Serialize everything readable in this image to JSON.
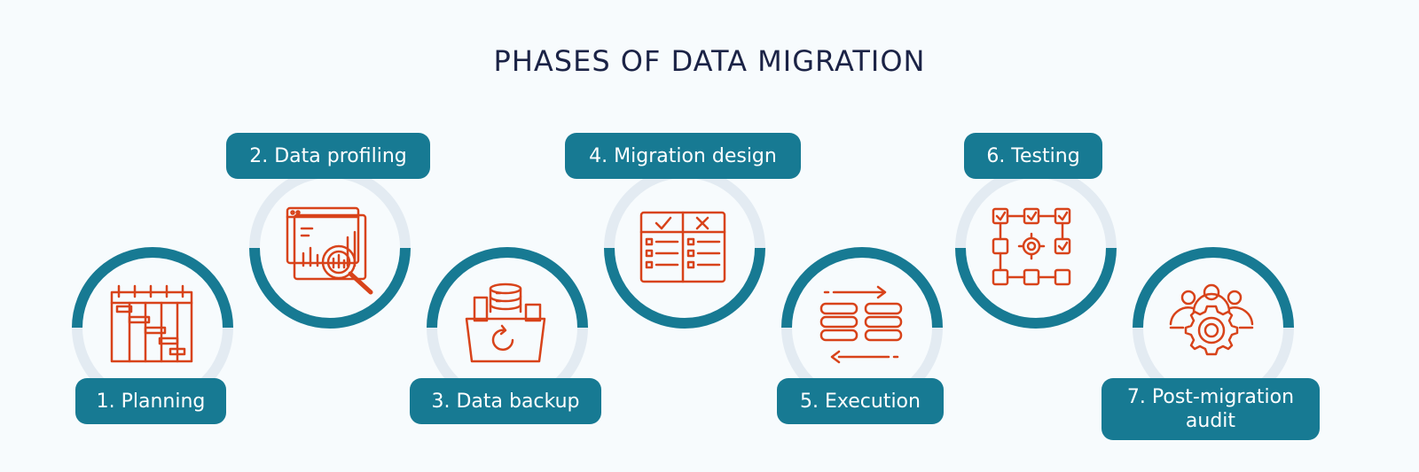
{
  "title": "PHASES OF DATA MIGRATION",
  "colors": {
    "accent": "#177a93",
    "ring_light": "#e3ebf2",
    "icon": "#d8431a",
    "title": "#1b2346",
    "background": "#f7fbfd"
  },
  "phases": [
    {
      "label": "1. Planning",
      "icon": "gantt-calendar-icon"
    },
    {
      "label": "2. Data profiling",
      "icon": "chart-magnifier-icon"
    },
    {
      "label": "3. Data backup",
      "icon": "database-folder-icon"
    },
    {
      "label": "4. Migration design",
      "icon": "checklist-book-icon"
    },
    {
      "label": "5. Execution",
      "icon": "database-transfer-icon"
    },
    {
      "label": "6. Testing",
      "icon": "flow-checklist-gear-icon"
    },
    {
      "label": "7. Post-migration audit",
      "icon": "team-gear-icon"
    }
  ]
}
